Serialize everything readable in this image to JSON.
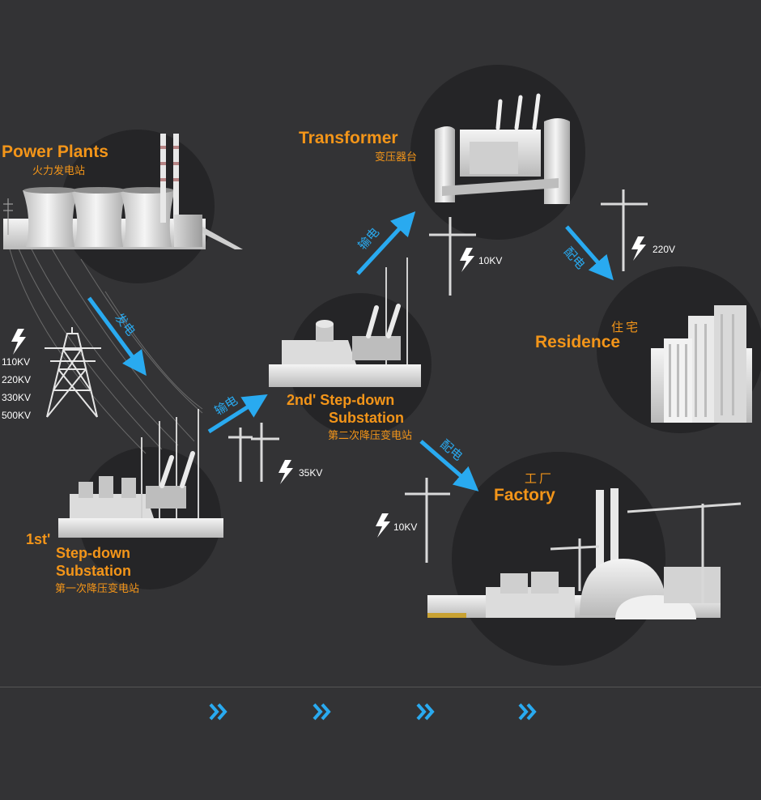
{
  "nodes": {
    "power_plants": {
      "title": "Power Plants",
      "subtitle": "火力发电站"
    },
    "first_substation": {
      "prefix": "1st'",
      "title_line1": "Step-down",
      "title_line2": "Substation",
      "subtitle": "第一次降压变电站"
    },
    "second_substation": {
      "title_line1": "2nd' Step-down",
      "title_line2": "Substation",
      "subtitle": "第二次降压变电站"
    },
    "transformer": {
      "title": "Transformer",
      "subtitle": "变压器台"
    },
    "residence": {
      "title": "Residence",
      "subtitle": "住宅"
    },
    "factory": {
      "title": "Factory",
      "subtitle": "工厂"
    }
  },
  "arrows": {
    "generation": "发电",
    "transmission_1": "输电",
    "transmission_2": "输电",
    "distribution_residence": "配电",
    "distribution_factory": "配电"
  },
  "voltages": {
    "tower": [
      "110KV",
      "220KV",
      "330KV",
      "500KV"
    ],
    "pole_35": "35KV",
    "pole_transformer": "10KV",
    "pole_residence": "220V",
    "pole_factory": "10KV"
  },
  "nav": {
    "icon": "double-chevron-right-icon",
    "count": 4
  },
  "colors": {
    "accent_orange": "#f39519",
    "accent_blue": "#29aaf0",
    "background": "#333335",
    "circle": "#252527"
  }
}
